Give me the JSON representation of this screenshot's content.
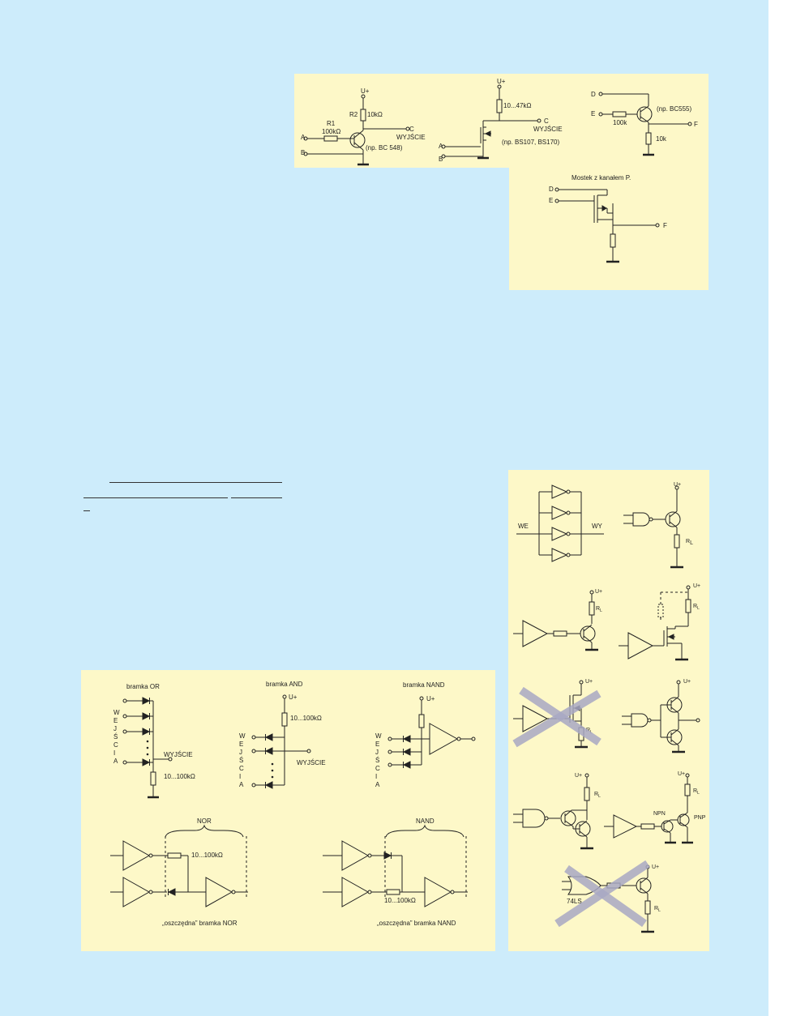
{
  "colors": {
    "page_background": "#cdecfb",
    "panel_background": "#fdf8c8",
    "line": "#222222",
    "cross_mark": "#a9a9c4"
  },
  "figure_top": {
    "npn": {
      "vplus": "U+",
      "r2": "R2",
      "r2_val": "10kΩ",
      "r1": "R1",
      "r1_val": "100kΩ",
      "in_a": "A",
      "in_b": "B",
      "out_c": "C",
      "out_label": "WYJŚCIE",
      "part": "(np. BC 548)"
    },
    "mosfet": {
      "vplus": "U+",
      "r_val": "10...47kΩ",
      "out_c": "C",
      "out_label": "WYJŚCIE",
      "in_a": "A",
      "in_b": "B",
      "part": "(np. BS107, BS170)"
    },
    "pnp": {
      "in_d": "D",
      "in_e": "E",
      "part": "(np. BC555)",
      "r_in": "100k",
      "r_out": "10k",
      "out_f": "F"
    },
    "pchannel": {
      "title": "Mostek z kanałem P.",
      "in_d": "D",
      "in_e": "E",
      "out_f": "F"
    }
  },
  "figure_gates": {
    "or": {
      "title": "bramka OR",
      "inputs": "WEJŚCIA",
      "out": "WYJŚCIE",
      "r_val": "10...100kΩ"
    },
    "and": {
      "title": "bramka AND",
      "vplus": "U+",
      "r_val": "10...100kΩ",
      "inputs": "WEJŚCIA",
      "out": "WYJŚCIE"
    },
    "nand": {
      "title": "bramka NAND",
      "vplus": "U+",
      "inputs": "WEJŚCIA"
    },
    "nor2": {
      "title": "NOR",
      "r_val": "10...100kΩ",
      "caption": "„oszczędna” bramka NOR"
    },
    "nand2": {
      "title": "NAND",
      "r_val": "10...100kΩ",
      "caption": "„oszczędna” bramka NAND"
    }
  },
  "figure_right": {
    "parallel": {
      "in": "WE",
      "out": "WY"
    },
    "rl": "R",
    "rl_sub": "L",
    "vplus": "U+",
    "npn": "NPN",
    "pnp": "PNP",
    "ic": "74LS"
  }
}
